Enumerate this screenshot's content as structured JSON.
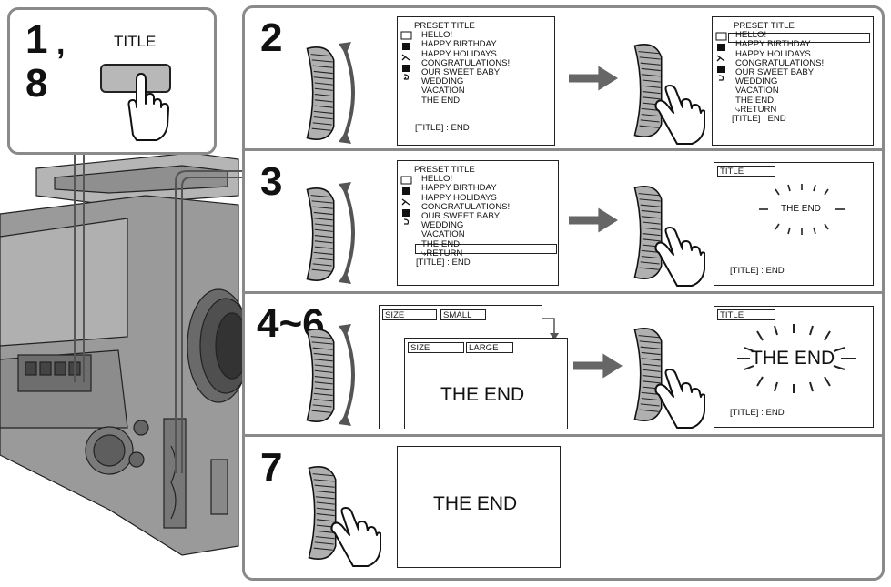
{
  "step_labels": {
    "s1": "1",
    "s1_comma": ",",
    "s8": "8",
    "s2": "2",
    "s3": "3",
    "s4_6": "4~6",
    "s7": "7"
  },
  "button_label": "TITLE",
  "menu": {
    "header": "PRESET TITLE",
    "items": [
      "HELLO!",
      "HAPPY  BIRTHDAY",
      "HAPPY HOLIDAYS",
      "CONGRATULATIONS!",
      "OUR  SWEET BABY",
      "WEDDING",
      "VACATION",
      "THE  END"
    ],
    "return_item": "RETURN",
    "footer": "[TITLE] : END"
  },
  "title_screen": {
    "title_tag": "TITLE",
    "text": "THE  END",
    "footer": "[TITLE] : END"
  },
  "size_screens": {
    "label": "SIZE",
    "small": "SMALL",
    "large": "LARGE",
    "text": "THE  END"
  },
  "final_text": "THE  END"
}
